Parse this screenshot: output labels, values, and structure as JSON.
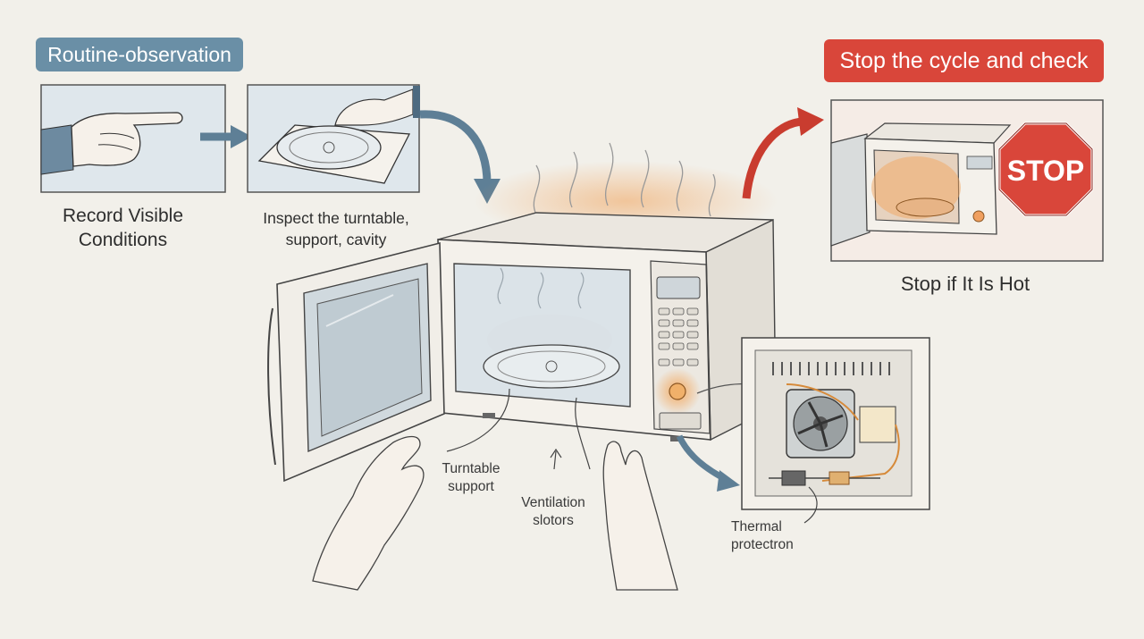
{
  "badges": {
    "routine": "Routine-observation",
    "stop_check": "Stop the cycle and check"
  },
  "steps": {
    "record": "Record Visible Conditions",
    "inspect_line1": "Inspect the turntable,",
    "inspect_line2": "support, cavity",
    "stop_hot": "Stop if It Is Hot"
  },
  "callouts": {
    "turntable": "Turntable support",
    "ventilation": "Ventilation slotors",
    "thermal": "Thermal protectron"
  },
  "stop_sign_text": "STOP",
  "colors": {
    "routine_badge": "#6a8fa6",
    "stop_badge": "#d9463a",
    "flow_arrow_blue": "#5e7f96",
    "flow_arrow_red": "#c93c2f",
    "heat_glow": "#f0a25a",
    "background": "#f2f0ea"
  },
  "icons": [
    "pointing-hand-icon",
    "turntable-plate-icon",
    "stop-sign-icon",
    "cooling-fan-icon",
    "heat-haze-icon"
  ]
}
